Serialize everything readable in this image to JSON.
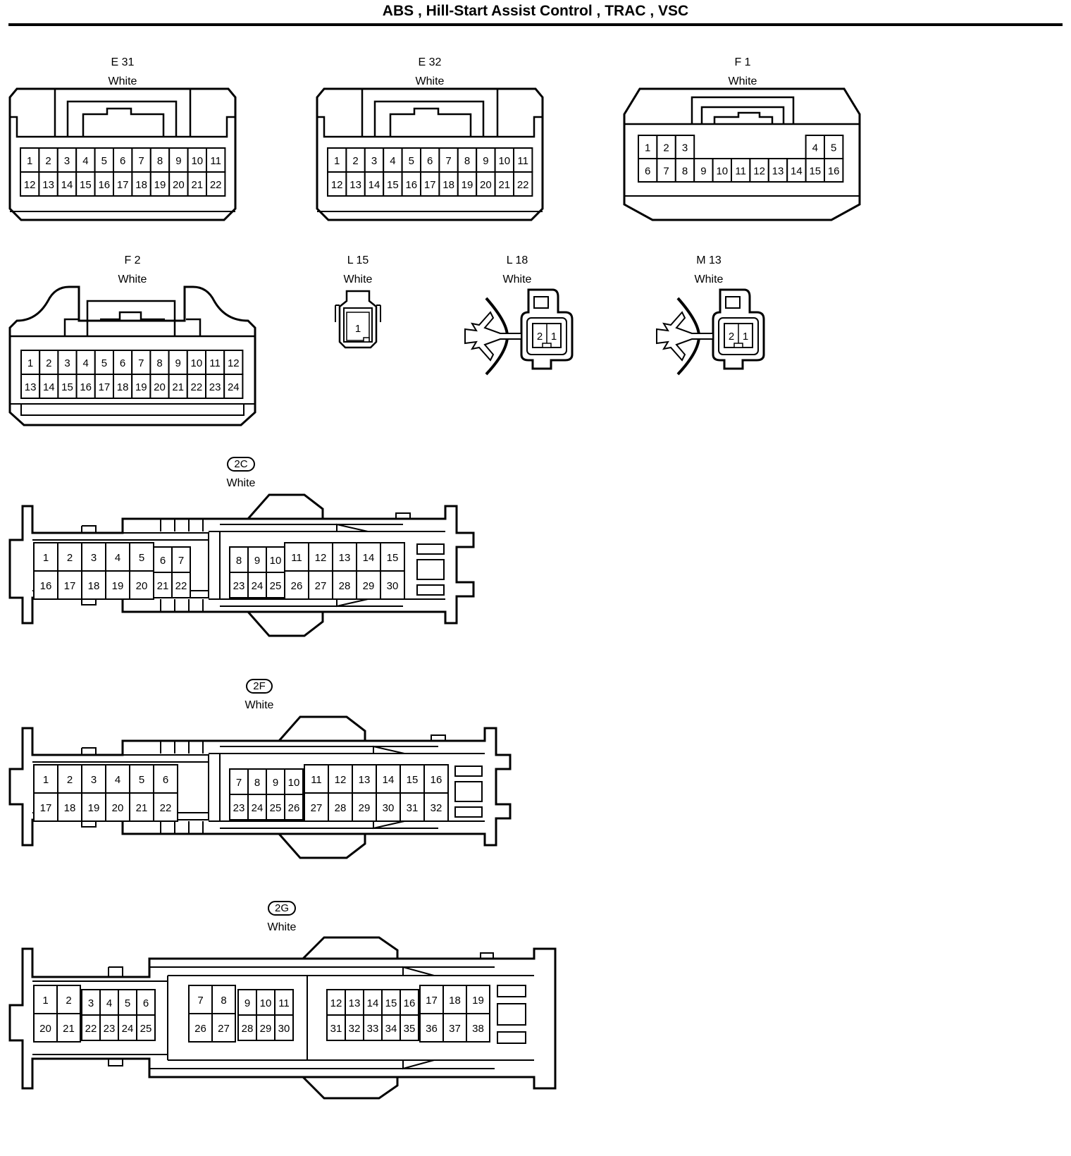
{
  "page": {
    "title": "ABS , Hill-Start Assist Control , TRAC , VSC"
  },
  "connectors": {
    "E31": {
      "name": "E 31",
      "color": "White",
      "rows": [
        [
          "1",
          "2",
          "3",
          "4",
          "5",
          "6",
          "7",
          "8",
          "9",
          "10",
          "11"
        ],
        [
          "12",
          "13",
          "14",
          "15",
          "16",
          "17",
          "18",
          "19",
          "20",
          "21",
          "22"
        ]
      ]
    },
    "E32": {
      "name": "E 32",
      "color": "White",
      "rows": [
        [
          "1",
          "2",
          "3",
          "4",
          "5",
          "6",
          "7",
          "8",
          "9",
          "10",
          "11"
        ],
        [
          "12",
          "13",
          "14",
          "15",
          "16",
          "17",
          "18",
          "19",
          "20",
          "21",
          "22"
        ]
      ]
    },
    "F1": {
      "name": "F 1",
      "color": "White",
      "rows": [
        [
          "1",
          "2",
          "3",
          "",
          "",
          "",
          "",
          "",
          "",
          "4",
          "5"
        ],
        [
          "6",
          "7",
          "8",
          "9",
          "10",
          "11",
          "12",
          "13",
          "14",
          "15",
          "16"
        ]
      ]
    },
    "F2": {
      "name": "F 2",
      "color": "White",
      "rows": [
        [
          "1",
          "2",
          "3",
          "4",
          "5",
          "6",
          "7",
          "8",
          "9",
          "10",
          "11",
          "12"
        ],
        [
          "13",
          "14",
          "15",
          "16",
          "17",
          "18",
          "19",
          "20",
          "21",
          "22",
          "23",
          "24"
        ]
      ]
    },
    "L15": {
      "name": "L 15",
      "color": "White",
      "pins": [
        "1"
      ]
    },
    "L18": {
      "name": "L 18",
      "color": "White",
      "pins": [
        "2",
        "1"
      ]
    },
    "M13": {
      "name": "M 13",
      "color": "White",
      "pins": [
        "2",
        "1"
      ]
    },
    "C2C": {
      "name": "2C",
      "color": "White",
      "groups": [
        {
          "top": [
            "1",
            "2",
            "3",
            "4",
            "5"
          ],
          "bottom": [
            "16",
            "17",
            "18",
            "19",
            "20"
          ]
        },
        {
          "top": [
            "6",
            "7"
          ],
          "bottom": [
            "21",
            "22"
          ]
        },
        {
          "top": [
            "8",
            "9",
            "10"
          ],
          "bottom": [
            "23",
            "24",
            "25"
          ]
        },
        {
          "top": [
            "11",
            "12",
            "13",
            "14",
            "15"
          ],
          "bottom": [
            "26",
            "27",
            "28",
            "29",
            "30"
          ]
        }
      ]
    },
    "C2F": {
      "name": "2F",
      "color": "White",
      "groups": [
        {
          "top": [
            "1",
            "2",
            "3",
            "4",
            "5",
            "6"
          ],
          "bottom": [
            "17",
            "18",
            "19",
            "20",
            "21",
            "22"
          ]
        },
        {
          "top": [
            "7",
            "8",
            "9",
            "10"
          ],
          "bottom": [
            "23",
            "24",
            "25",
            "26"
          ]
        },
        {
          "top": [
            "11",
            "12",
            "13",
            "14",
            "15",
            "16"
          ],
          "bottom": [
            "27",
            "28",
            "29",
            "30",
            "31",
            "32"
          ]
        }
      ]
    },
    "C2G": {
      "name": "2G",
      "color": "White",
      "groups": [
        {
          "top": [
            "1",
            "2"
          ],
          "bottom": [
            "20",
            "21"
          ]
        },
        {
          "top": [
            "3",
            "4",
            "5",
            "6"
          ],
          "bottom": [
            "22",
            "23",
            "24",
            "25"
          ]
        },
        {
          "top": [
            "7",
            "8"
          ],
          "bottom": [
            "26",
            "27"
          ]
        },
        {
          "top": [
            "9",
            "10",
            "11"
          ],
          "bottom": [
            "28",
            "29",
            "30"
          ]
        },
        {
          "top": [
            "12",
            "13",
            "14",
            "15",
            "16"
          ],
          "bottom": [
            "31",
            "32",
            "33",
            "34",
            "35"
          ]
        },
        {
          "top": [
            "17",
            "18",
            "19"
          ],
          "bottom": [
            "36",
            "37",
            "38"
          ]
        }
      ]
    }
  }
}
